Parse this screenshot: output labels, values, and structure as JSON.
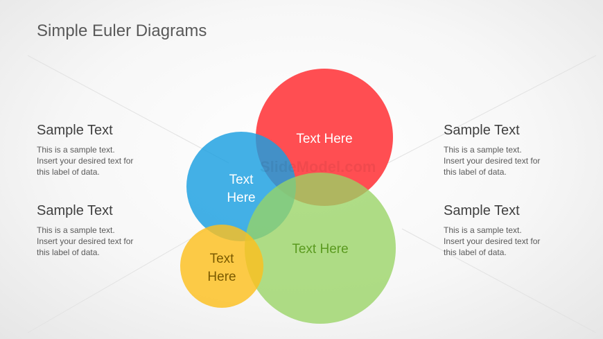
{
  "title": "Simple Euler Diagrams",
  "side_blocks": [
    {
      "heading": "Sample Text",
      "line1": "This is a sample text.",
      "line2": "Insert your desired text for",
      "line3": "this label of data."
    },
    {
      "heading": "Sample Text",
      "line1": "This is a sample text.",
      "line2": "Insert your desired text for",
      "line3": "this label of data."
    },
    {
      "heading": "Sample Text",
      "line1": "This is a sample text.",
      "line2": "Insert your desired text for",
      "line3": "this label of data."
    },
    {
      "heading": "Sample Text",
      "line1": "This is a sample text.",
      "line2": "Insert your desired text for",
      "line3": "this label of data."
    }
  ],
  "circles": {
    "red": {
      "label": "Text Here",
      "color": "#ff3b3f"
    },
    "blue": {
      "line1": "Text",
      "line2": "Here",
      "color": "#2aa5e3"
    },
    "yellow": {
      "line1": "Text",
      "line2": "Here",
      "color": "#fdc22d"
    },
    "green": {
      "label": "Text Here",
      "color": "#98d464"
    }
  },
  "watermark": "SlideModel.com"
}
